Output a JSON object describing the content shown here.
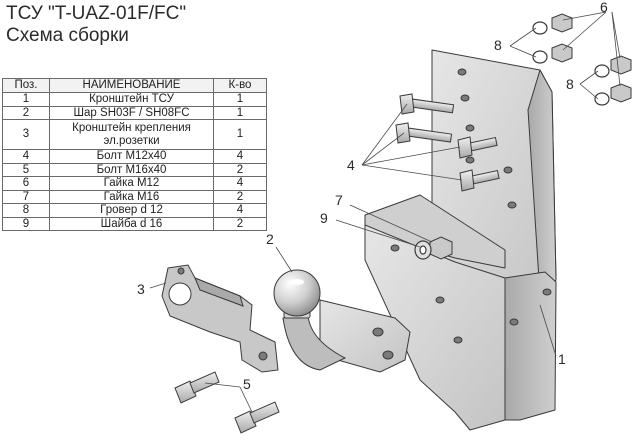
{
  "title_line1": "ТСУ \"T-UAZ-01F/FC\"",
  "title_line2": "Схема сборки",
  "table": {
    "headers": [
      "Поз.",
      "НАИМЕНОВАНИЕ",
      "К-во"
    ],
    "rows": [
      {
        "pos": "1",
        "name": "Кронштейн ТСУ",
        "qty": "1"
      },
      {
        "pos": "2",
        "name": "Шар SH03F / SH08FC",
        "qty": "1"
      },
      {
        "pos": "3",
        "name": "Кронштейн крепления\nэл.розетки",
        "qty": "1"
      },
      {
        "pos": "4",
        "name": "Болт М12x40",
        "qty": "4"
      },
      {
        "pos": "5",
        "name": "Болт М16x40",
        "qty": "2"
      },
      {
        "pos": "6",
        "name": "Гайка М12",
        "qty": "4"
      },
      {
        "pos": "7",
        "name": "Гайка М16",
        "qty": "2"
      },
      {
        "pos": "8",
        "name": "Гровер d 12",
        "qty": "4"
      },
      {
        "pos": "9",
        "name": "Шайба d 16",
        "qty": "2"
      }
    ]
  },
  "callouts": {
    "c1": "1",
    "c2": "2",
    "c3": "3",
    "c4": "4",
    "c5": "5",
    "c6": "6",
    "c7": "7",
    "c8a": "8",
    "c8b": "8",
    "c9": "9"
  },
  "colors": {
    "metal_light": "#dcdcdc",
    "metal_mid": "#bdbdbd",
    "metal_dark": "#8f8f8f",
    "outline": "#3a3a3a"
  }
}
